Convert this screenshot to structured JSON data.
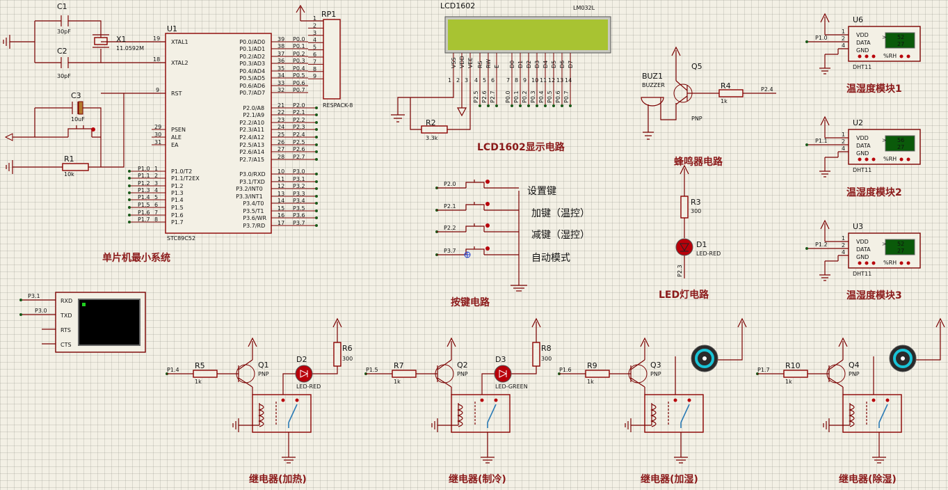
{
  "sections": {
    "mcu": "单片机最小系统",
    "lcd": "LCD1602显示电路",
    "buzzer": "蜂鸣器电路",
    "keys": "按键电路",
    "led": "LED灯电路",
    "dht1": "温湿度模块1",
    "dht2": "温湿度模块2",
    "dht3": "温湿度模块3",
    "relay1": "继电器(加热)",
    "relay2": "继电器(制冷)",
    "relay3": "继电器(加湿)",
    "relay4": "继电器(除湿)"
  },
  "keys": [
    "设置键",
    "加键（温控）",
    "减键（湿控）",
    "自动模式"
  ],
  "mcu": {
    "ref": "U1",
    "part": "STC89C52",
    "left_pins": [
      {
        "num": "19",
        "name": "XTAL1"
      },
      {
        "num": "18",
        "name": "XTAL2"
      },
      {
        "num": "9",
        "name": "RST"
      },
      {
        "num": "29",
        "name": "PSEN"
      },
      {
        "num": "30",
        "name": "ALE"
      },
      {
        "num": "31",
        "name": "EA"
      },
      {
        "num": "1",
        "name": "P1.0/T2"
      },
      {
        "num": "2",
        "name": "P1.1/T2EX"
      },
      {
        "num": "3",
        "name": "P1.2"
      },
      {
        "num": "4",
        "name": "P1.3"
      },
      {
        "num": "5",
        "name": "P1.4"
      },
      {
        "num": "6",
        "name": "P1.5"
      },
      {
        "num": "7",
        "name": "P1.6"
      },
      {
        "num": "8",
        "name": "P1.7"
      }
    ],
    "right_pins": [
      {
        "num": "39",
        "name": "P0.0/AD0",
        "net": "P0.0"
      },
      {
        "num": "38",
        "name": "P0.1/AD1",
        "net": "P0.1"
      },
      {
        "num": "37",
        "name": "P0.2/AD2",
        "net": "P0.2"
      },
      {
        "num": "36",
        "name": "P0.3/AD3",
        "net": "P0.3"
      },
      {
        "num": "35",
        "name": "P0.4/AD4",
        "net": "P0.4"
      },
      {
        "num": "34",
        "name": "P0.5/AD5",
        "net": "P0.5"
      },
      {
        "num": "33",
        "name": "P0.6/AD6",
        "net": "P0.6"
      },
      {
        "num": "32",
        "name": "P0.7/AD7",
        "net": "P0.7"
      },
      {
        "num": "21",
        "name": "P2.0/A8",
        "net": "P2.0"
      },
      {
        "num": "22",
        "name": "P2.1/A9",
        "net": "P2.1"
      },
      {
        "num": "23",
        "name": "P2.2/A10",
        "net": "P2.2"
      },
      {
        "num": "24",
        "name": "P2.3/A11",
        "net": "P2.3"
      },
      {
        "num": "25",
        "name": "P2.4/A12",
        "net": "P2.4"
      },
      {
        "num": "26",
        "name": "P2.5/A13",
        "net": "P2.5"
      },
      {
        "num": "27",
        "name": "P2.6/A14",
        "net": "P2.6"
      },
      {
        "num": "28",
        "name": "P2.7/A15",
        "net": "P2.7"
      },
      {
        "num": "10",
        "name": "P3.0/RXD",
        "net": "P3.0"
      },
      {
        "num": "11",
        "name": "P3.1/TXD",
        "net": "P3.1"
      },
      {
        "num": "12",
        "name": "P3.2/INT0",
        "net": "P3.2"
      },
      {
        "num": "13",
        "name": "P3.3/INT1",
        "net": "P3.3"
      },
      {
        "num": "14",
        "name": "P3.4/T0",
        "net": "P3.4"
      },
      {
        "num": "15",
        "name": "P3.5/T1",
        "net": "P3.5"
      },
      {
        "num": "16",
        "name": "P3.6/WR",
        "net": "P3.6"
      },
      {
        "num": "17",
        "name": "P3.7/RD",
        "net": "P3.7"
      }
    ],
    "left_nets": [
      "P1.0",
      "P1.1",
      "P1.2",
      "P1.3",
      "P1.4",
      "P1.5",
      "P1.6",
      "P1.7"
    ]
  },
  "crystal": {
    "c1": "C1",
    "c1v": "30pF",
    "c2": "C2",
    "c2v": "30pF",
    "x1": "X1",
    "x1v": "11.0592M"
  },
  "reset": {
    "c3": "C3",
    "c3v": "10uF",
    "r1": "R1",
    "r1v": "10k"
  },
  "rp1": {
    "ref": "RP1",
    "part": "RESPACK-8",
    "pins": [
      "1",
      "2",
      "3",
      "4",
      "5",
      "6",
      "7",
      "8",
      "9"
    ]
  },
  "lcd": {
    "ref": "LCD1602",
    "part": "LM032L",
    "pins": [
      "VSS",
      "VDD",
      "VEE",
      "RS",
      "RW",
      "E",
      "D0",
      "D1",
      "D2",
      "D3",
      "D4",
      "D5",
      "D6",
      "D7"
    ],
    "nums": [
      "1",
      "2",
      "3",
      "4",
      "5",
      "6",
      "7",
      "8",
      "9",
      "10",
      "11",
      "12",
      "13",
      "14"
    ],
    "nets": [
      "P2.5",
      "P2.6",
      "P2.7",
      "P0.0",
      "P0.1",
      "P0.2",
      "P0.3",
      "P0.4",
      "P0.5",
      "P0.6",
      "P0.7"
    ],
    "r2": "R2",
    "r2v": "3.3k"
  },
  "buzzer": {
    "ref": "BUZ1",
    "part": "BUZZER",
    "q": "Q5",
    "qtype": "PNP",
    "r": "R4",
    "rv": "1k",
    "net": "P2.4"
  },
  "led": {
    "r": "R3",
    "rv": "300",
    "d": "D1",
    "dv": "LED-RED",
    "net": "P2.3"
  },
  "key_nets": [
    "P2.0",
    "P2.1",
    "P2.2",
    "P3.7"
  ],
  "dht": [
    {
      "ref": "U6",
      "part": "DHT11",
      "net": "P1.0",
      "t1": "52",
      "t2": "27"
    },
    {
      "ref": "U2",
      "part": "DHT11",
      "net": "P1.1",
      "t1": "56",
      "t2": "27"
    },
    {
      "ref": "U3",
      "part": "DHT11",
      "net": "P1.2",
      "t1": "52",
      "t2": "27"
    }
  ],
  "dht_pins": {
    "vdd": "VDD",
    "data": "DATA",
    "gnd": "GND",
    "n1": "1",
    "n2": "2",
    "n4": "4",
    "rh": "%RH",
    "arrow": ">"
  },
  "terminal": {
    "rxd": "RXD",
    "txd": "TXD",
    "rts": "RTS",
    "cts": "CTS",
    "net_rx": "P3.1",
    "net_tx": "P3.0"
  },
  "relays": [
    {
      "net": "P1.4",
      "r": "R5",
      "rv": "1k",
      "q": "Q1",
      "qt": "PNP",
      "d": "D2",
      "dv": "LED-RED",
      "r2": "R6",
      "r2v": "300",
      "load": "led",
      "ledcolor": "#b8000a"
    },
    {
      "net": "P1.5",
      "r": "R7",
      "rv": "1k",
      "q": "Q2",
      "qt": "PNP",
      "d": "D3",
      "dv": "LED-GREEN",
      "r2": "R8",
      "r2v": "300",
      "load": "led",
      "ledcolor": "#b8000a"
    },
    {
      "net": "P1.6",
      "r": "R9",
      "rv": "1k",
      "q": "Q3",
      "qt": "PNP",
      "load": "motor",
      "motorcolor": "#19c3d6"
    },
    {
      "net": "P1.7",
      "r": "R10",
      "rv": "1k",
      "q": "Q4",
      "qt": "PNP",
      "load": "motor",
      "motorcolor": "#19c3d6"
    }
  ],
  "colors": {
    "wire": "#7a0000",
    "section": "#8b1a1a",
    "lcd_screen": "#a8c332",
    "dht_screen": "#0a5a0a",
    "dht_text": "#4dff4d",
    "terminal_screen": "#000000"
  }
}
